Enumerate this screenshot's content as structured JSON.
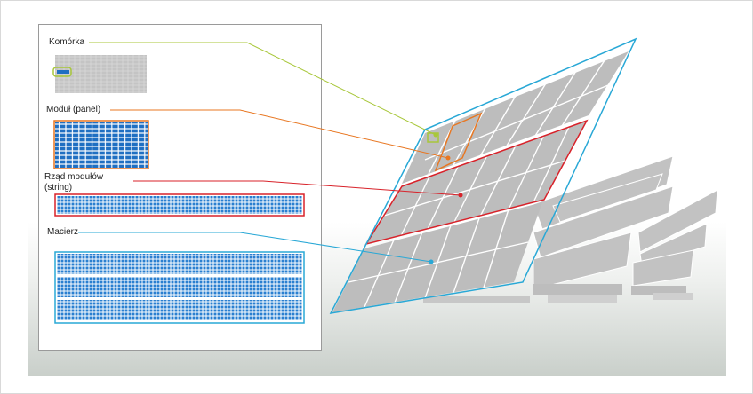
{
  "labels": {
    "cell": "Komórka",
    "module": "Moduł (panel)",
    "string_line1": "Rząd modułów",
    "string_line2": "(string)",
    "array": "Macierz"
  },
  "colors": {
    "cell": "#a8c73a",
    "module": "#e87722",
    "string": "#d8222a",
    "array": "#29a8d6",
    "blue_fill": "#1f6fc2",
    "panel_gray": "#b8b8b8"
  }
}
